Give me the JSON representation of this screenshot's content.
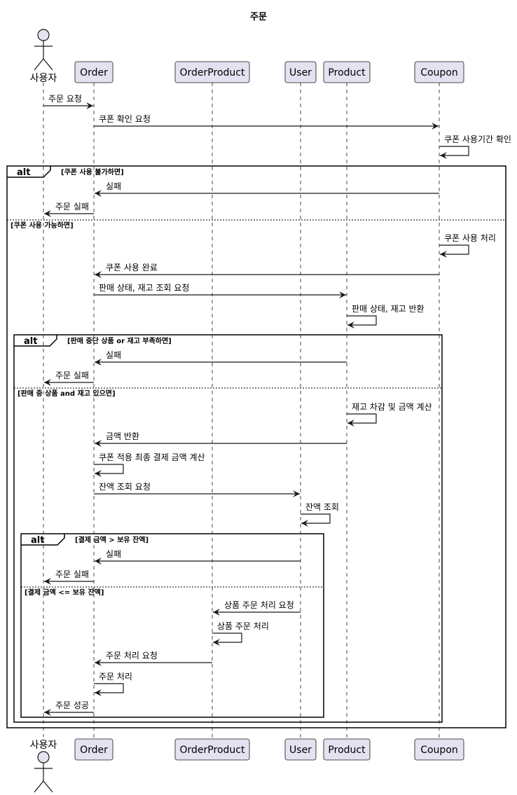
{
  "title": "주문",
  "participants": [
    {
      "id": "user",
      "label": "사용자",
      "kind": "actor"
    },
    {
      "id": "order",
      "label": "Order",
      "kind": "box"
    },
    {
      "id": "orderproduct",
      "label": "OrderProduct",
      "kind": "box"
    },
    {
      "id": "useracct",
      "label": "User",
      "kind": "box"
    },
    {
      "id": "product",
      "label": "Product",
      "kind": "box"
    },
    {
      "id": "coupon",
      "label": "Coupon",
      "kind": "box"
    }
  ],
  "messages": [
    {
      "from": "user",
      "to": "order",
      "text": "주문 요청"
    },
    {
      "from": "order",
      "to": "coupon",
      "text": "쿠폰 확인 요청"
    },
    {
      "from": "coupon",
      "to": "coupon",
      "text": "쿠폰 사용기간 확인"
    },
    {
      "from": "coupon",
      "to": "order",
      "text": "실패"
    },
    {
      "from": "order",
      "to": "user",
      "text": "주문 실패"
    },
    {
      "from": "coupon",
      "to": "coupon",
      "text": "쿠폰 사용 처리"
    },
    {
      "from": "coupon",
      "to": "order",
      "text": "쿠폰 사용 완료"
    },
    {
      "from": "order",
      "to": "product",
      "text": "판매 상태, 재고 조회 요청"
    },
    {
      "from": "product",
      "to": "product",
      "text": "판매 상태, 재고 반환"
    },
    {
      "from": "product",
      "to": "order",
      "text": "실패"
    },
    {
      "from": "order",
      "to": "user",
      "text": "주문 실패"
    },
    {
      "from": "product",
      "to": "product",
      "text": "재고 차감 및 금액 계산"
    },
    {
      "from": "product",
      "to": "order",
      "text": "금액 반환"
    },
    {
      "from": "order",
      "to": "order",
      "text": "쿠폰 적용 최종 결제 금액 계산"
    },
    {
      "from": "order",
      "to": "useracct",
      "text": "잔액 조회 요청"
    },
    {
      "from": "useracct",
      "to": "useracct",
      "text": "잔액 조회"
    },
    {
      "from": "useracct",
      "to": "order",
      "text": "실패"
    },
    {
      "from": "order",
      "to": "user",
      "text": "주문 실패"
    },
    {
      "from": "useracct",
      "to": "orderproduct",
      "text": "상품 주문 처리 요청"
    },
    {
      "from": "orderproduct",
      "to": "orderproduct",
      "text": "상품 주문 처리"
    },
    {
      "from": "orderproduct",
      "to": "order",
      "text": "주문 처리 요청"
    },
    {
      "from": "order",
      "to": "order",
      "text": "주문 처리"
    },
    {
      "from": "order",
      "to": "user",
      "text": "주문 성공"
    }
  ],
  "fragments": [
    {
      "keyword": "alt",
      "guard": "[쿠폰 사용 불가하면]",
      "else_guard": "[쿠폰 사용 가능하면]"
    },
    {
      "keyword": "alt",
      "guard": "[판매 중단 상품 or 재고 부족하면]",
      "else_guard": "[판매 중 상품 and 재고 있으면]"
    },
    {
      "keyword": "alt",
      "guard": "[결제 금액 > 보유 잔액]",
      "else_guard": "[결제 금액 <= 보유 잔액]"
    }
  ],
  "colors": {
    "participant_fill": "#e2e2f0",
    "participant_border": "#181818",
    "lifeline": "#181818",
    "arrow": "#181818"
  }
}
